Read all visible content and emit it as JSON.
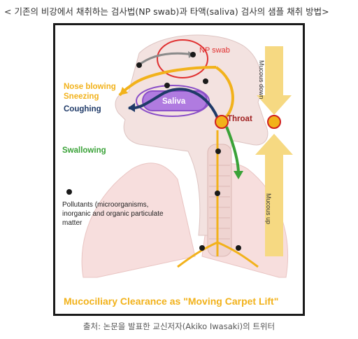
{
  "caption": {
    "title": "< 기존의 비강에서 채취하는 검사법(NP swab)과 타액(saliva) 검사의 샘플 채취 방법>",
    "source": "출처: 논문을 발표한 교신저자(Akiko Iwasaki)의 트위터"
  },
  "figure": {
    "np_swab": "NP swab",
    "nose_blowing": "Nose blowing",
    "sneezing": "Sneezing",
    "coughing": "Coughing",
    "saliva": "Saliva",
    "throat": "Throat",
    "swallowing": "Swallowing",
    "pollutants": "Pollutants (microorganisms, inorganic  and organic particulate matter",
    "mucous_down": "Mucous    down",
    "mucous_up": "Mucous    up",
    "carpet_title": "Mucociliary Clearance as \"Moving Carpet Lift\""
  },
  "colors": {
    "yellow": "#f2b21b",
    "navy": "#1f3a68",
    "purple": "#8b4fc8",
    "red": "#e03030",
    "green": "#3aa238"
  }
}
